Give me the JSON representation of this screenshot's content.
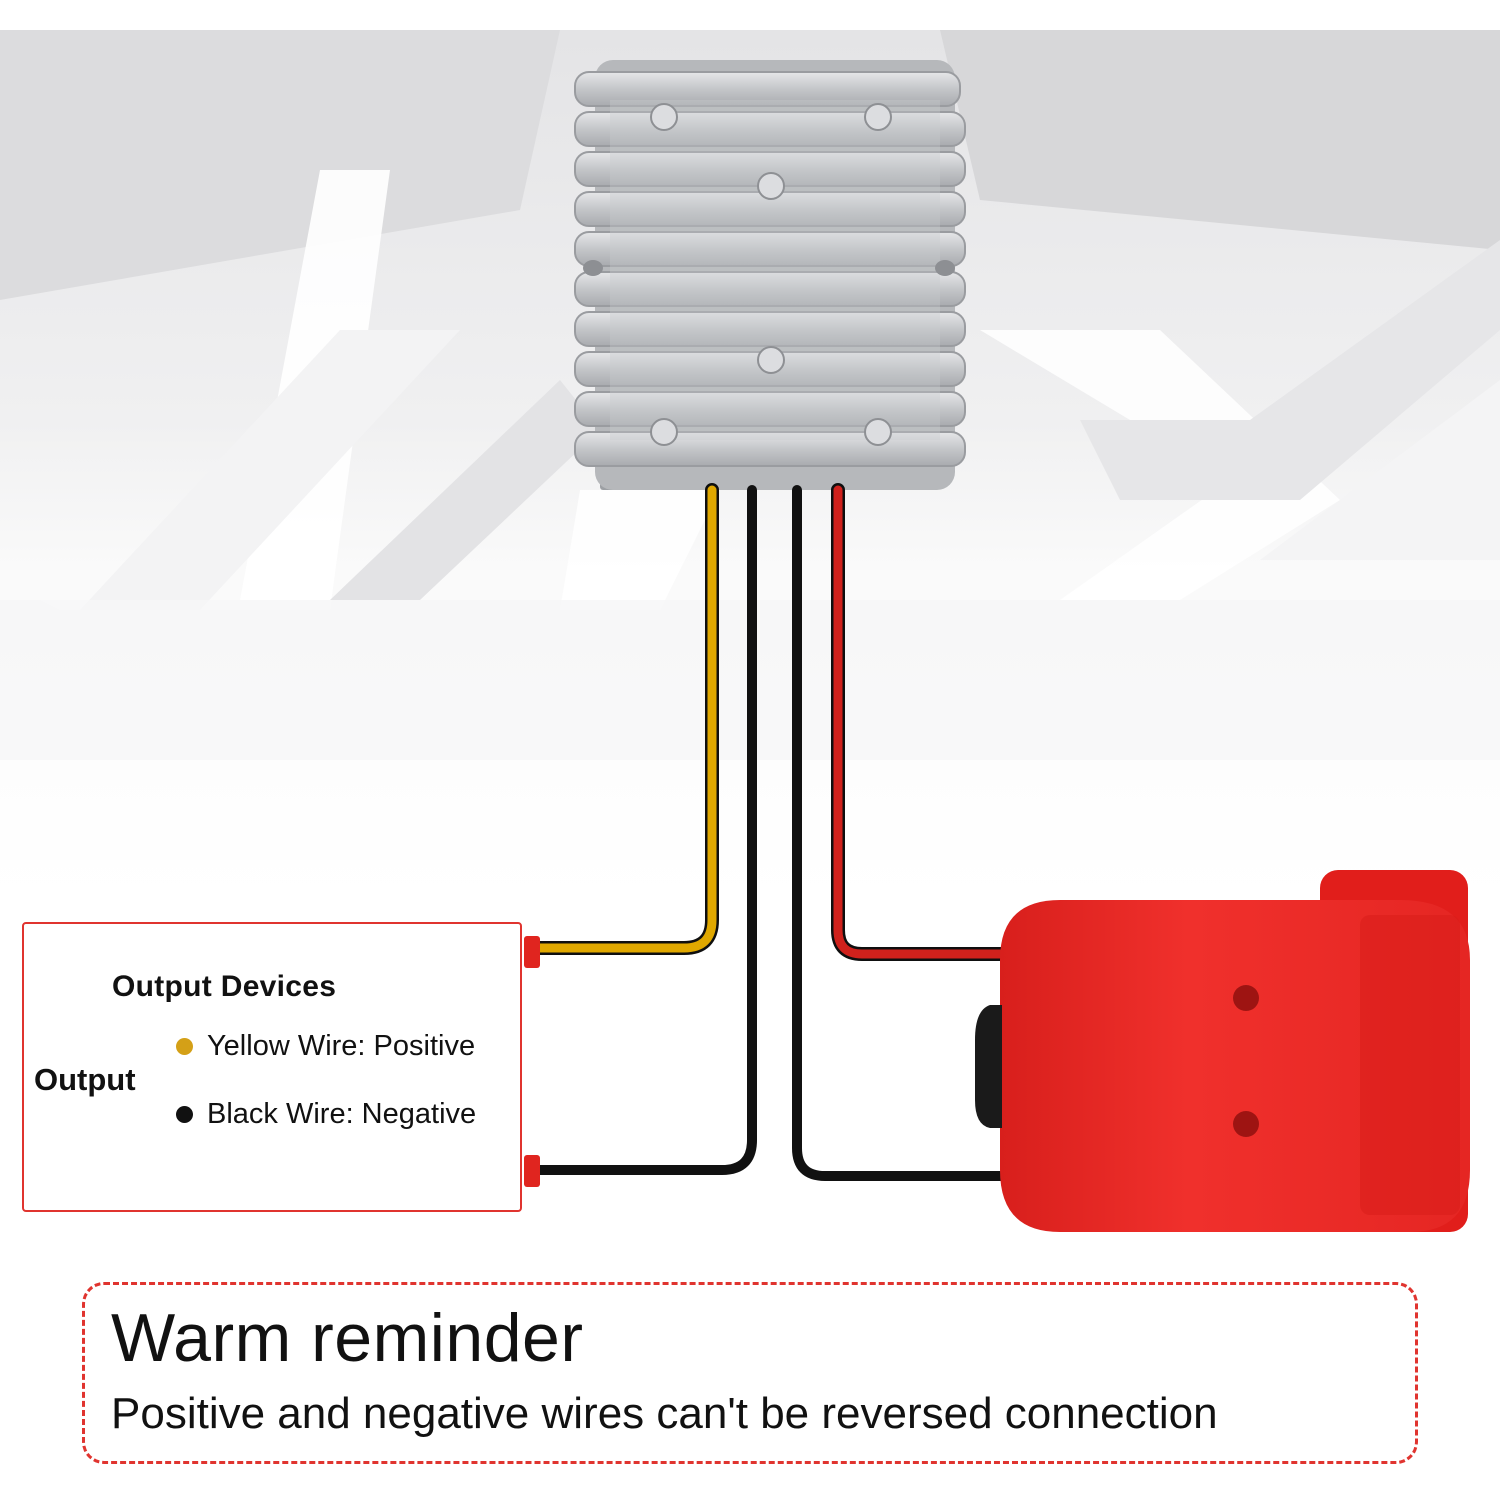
{
  "output_panel": {
    "title": "Output Devices",
    "side_label": "Output",
    "legend": [
      {
        "label": "Yellow Wire: Positive",
        "color": "#d4a017"
      },
      {
        "label": "Black Wire: Negative",
        "color": "#111111"
      }
    ]
  },
  "reminder": {
    "heading": "Warm reminder",
    "text": "Positive and negative wires can't be reversed connection"
  },
  "colors": {
    "accent_red": "#e0342f",
    "wire_yellow": "#e0a800",
    "wire_black": "#111111",
    "wire_red": "#d0211c",
    "adapter_red": "#ea2a27",
    "converter_silver": "#c9cbce"
  },
  "components": {
    "converter": "dc-dc-converter",
    "adapter": "battery-adapter"
  }
}
